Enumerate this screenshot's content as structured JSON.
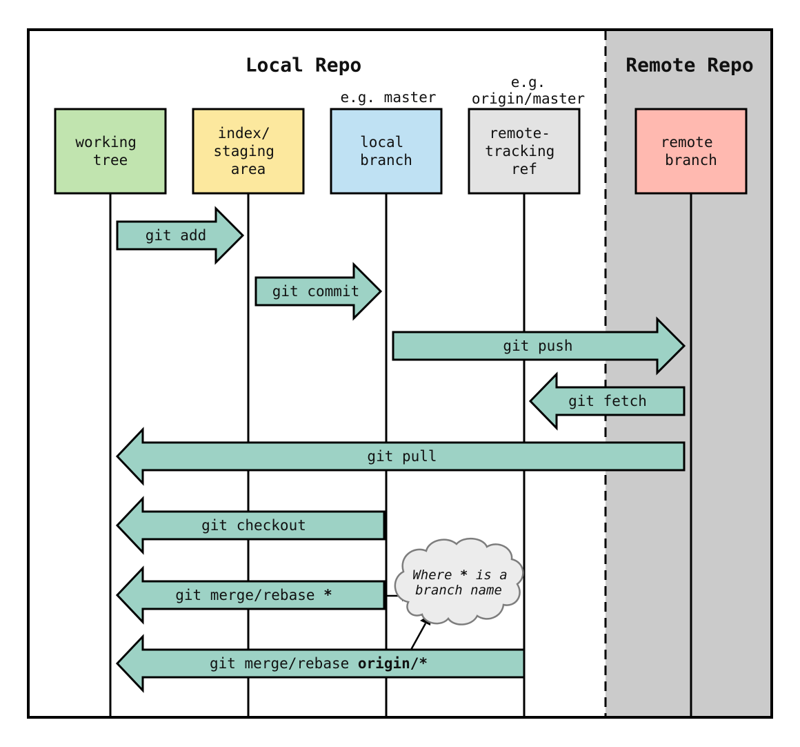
{
  "diagram": {
    "titles": {
      "local": "Local Repo",
      "remote": "Remote Repo"
    },
    "colors": {
      "arrow": "#9dd2c5",
      "working_tree": "#c1e4af",
      "staging": "#fce89e",
      "local_branch": "#bfe1f3",
      "tracking_ref": "#e3e3e3",
      "remote_branch": "#ffb9b0",
      "remote_bg": "#cbcbcb",
      "cloud_bg": "#ececec",
      "cloud_border": "#7d7d7d",
      "accent_purple": "#8e3f9e",
      "outline": "#000000"
    },
    "eg_labels": {
      "master_prefix": "e.g. ",
      "master_value": "master",
      "origin_prefix": "e.g.",
      "origin_value": "origin/master"
    },
    "nodes": [
      {
        "id": "working-tree",
        "lines": [
          "working",
          "tree"
        ]
      },
      {
        "id": "staging-area",
        "lines": [
          "index/",
          "staging",
          "area"
        ]
      },
      {
        "id": "local-branch",
        "lines": [
          "local",
          "branch"
        ]
      },
      {
        "id": "tracking-ref",
        "lines": [
          "remote-",
          "tracking",
          "ref"
        ]
      },
      {
        "id": "remote-branch",
        "lines": [
          "remote",
          "branch"
        ]
      }
    ],
    "arrows": {
      "add": {
        "label": "git add"
      },
      "commit": {
        "label": "git commit"
      },
      "push": {
        "label": "git push"
      },
      "fetch": {
        "label": "git fetch"
      },
      "pull": {
        "label": "git pull"
      },
      "checkout": {
        "label": "git checkout"
      },
      "merge_star": {
        "label_prefix": "git merge/rebase ",
        "label_star": "*"
      },
      "merge_origin": {
        "label_prefix": "git merge/rebase ",
        "label_star": "origin/*"
      }
    },
    "cloud": {
      "line1_pre": "Where ",
      "line1_star": "*",
      "line1_post": " is a",
      "line2": "branch name"
    }
  }
}
